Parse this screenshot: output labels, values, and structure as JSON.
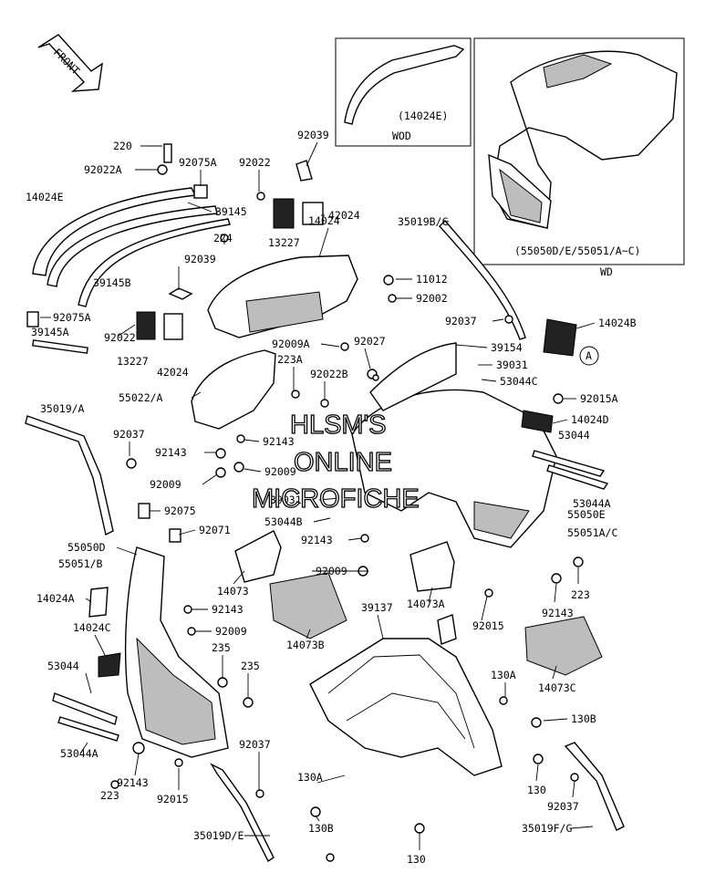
{
  "watermark": [
    "HLSM'S",
    "ONLINE",
    "MICROFICHE"
  ],
  "front_arrow": "FRONT",
  "insets": {
    "wod": {
      "caption": "WOD",
      "part": "(14024E)"
    },
    "wd": {
      "caption": "WD",
      "part": "(55050D/E/55051/A~C)"
    }
  },
  "callout_a": "A",
  "part_labels": [
    "220",
    "92022A",
    "92075A",
    "92022",
    "92039",
    "14024E",
    "39145",
    "42024",
    "13227",
    "14024",
    "35019B/C",
    "224",
    "92039",
    "39145B",
    "11012",
    "92002",
    "92075A",
    "39145A",
    "92022",
    "13227",
    "42024",
    "92037",
    "14024B",
    "92009A",
    "92027",
    "39154",
    "223A",
    "39031",
    "92022B",
    "53044C",
    "55022/A",
    "92015A",
    "35019/A",
    "14024D",
    "92037",
    "92143",
    "92143",
    "53044",
    "92009",
    "92009",
    "53044A",
    "39031",
    "53044B",
    "55050E",
    "55051A/C",
    "92075",
    "92143",
    "92071",
    "55050D",
    "55051/B",
    "223",
    "92009",
    "14024A",
    "14073",
    "92143",
    "14073A",
    "14024C",
    "92009",
    "14073B",
    "39137",
    "92143",
    "92015",
    "235",
    "53044",
    "235",
    "14073C",
    "130A",
    "130B",
    "53044A",
    "92143",
    "223",
    "92015",
    "92037",
    "130A",
    "130",
    "92037",
    "130B",
    "35019D/E",
    "35019F/G",
    "130"
  ]
}
